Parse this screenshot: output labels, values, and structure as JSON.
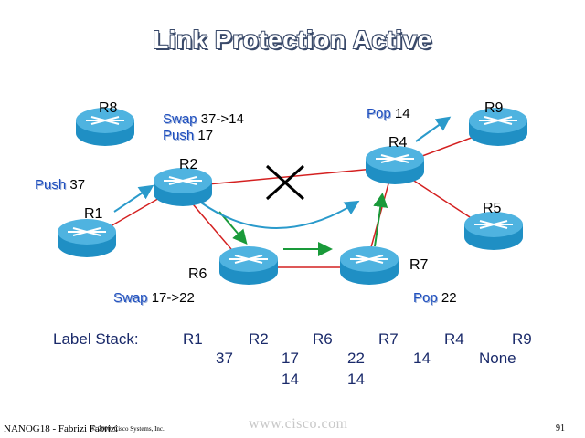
{
  "title": "Link Protection Active",
  "routers": {
    "r8": "R8",
    "r9": "R9",
    "r4": "R4",
    "r2": "R2",
    "r1": "R1",
    "r5": "R5",
    "r6": "R6",
    "r7": "R7"
  },
  "operations": {
    "r2_swap_kw": "Swap",
    "r2_swap_val": "37->14",
    "r2_push_kw": "Push",
    "r2_push_val": "17",
    "r4_pop_kw": "Pop",
    "r4_pop_val": "14",
    "r1_push_kw": "Push",
    "r1_push_val": "37",
    "r6_swap_kw": "Swap",
    "r6_swap_val": "17->22",
    "r7_pop_kw": "Pop",
    "r7_pop_val": "22"
  },
  "label_stack": {
    "header": "Label Stack:",
    "columns": [
      "R1",
      "R2",
      "R6",
      "R7",
      "R4",
      "R9"
    ],
    "values": [
      "37",
      "17",
      "14",
      "22",
      "14",
      "14",
      "None"
    ]
  },
  "footer": {
    "left": "NANOG18 - Fabrizi Fabrizi",
    "copyright": "© 2000, Cisco Systems, Inc.",
    "url": "www.cisco.com",
    "page": "91"
  },
  "colors": {
    "router_body": "#1f8fc4",
    "link": "#d42020",
    "forward_arrow": "#1a9a3a",
    "protect_arrow": "#2a9acb",
    "label_text": "#1f4fbf"
  }
}
